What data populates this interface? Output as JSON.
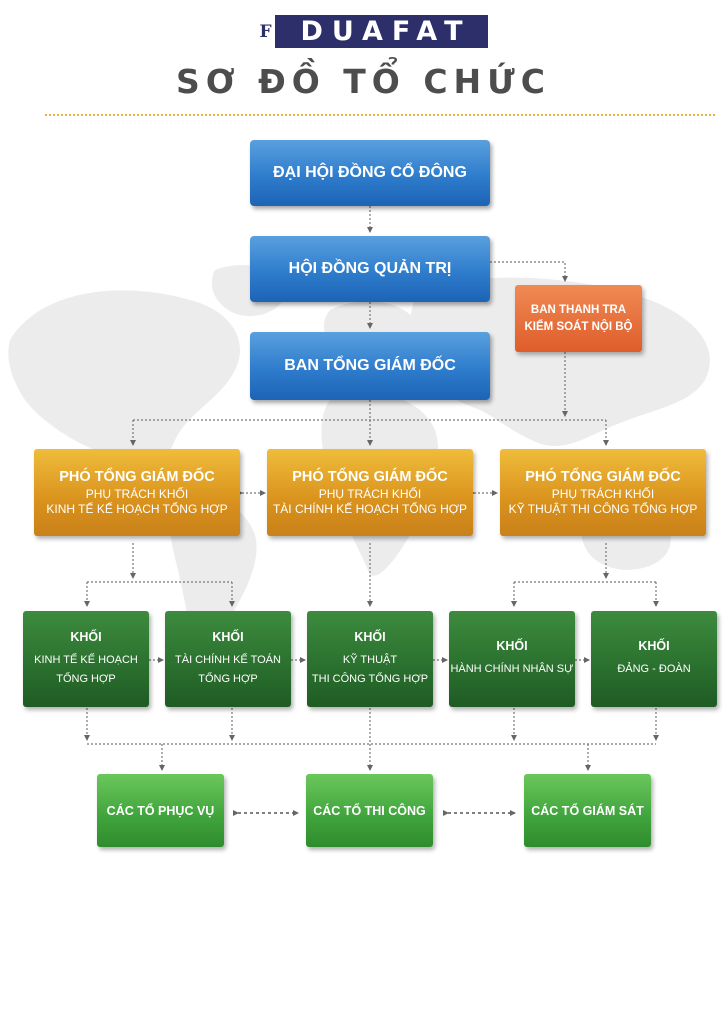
{
  "logo": {
    "mark": "F",
    "text": "DUAFAT"
  },
  "page_title": "SƠ ĐỒ TỔ CHỨC",
  "colors": {
    "blue": "#2e7ccc",
    "orange": "#de5d2a",
    "gold": "#d9921c",
    "dark_green": "#2a6f2e",
    "light_green": "#3fa33b",
    "logo": "#2d2f6b"
  },
  "nodes": {
    "shareholders": "ĐẠI HỘI ĐỒNG CỔ ĐÔNG",
    "board": "HỘI ĐỒNG QUẢN TRỊ",
    "inspection": {
      "line1": "BAN THANH TRA",
      "line2": "KIỂM SOÁT NỘI BỘ"
    },
    "ceo": "BAN TỔNG GIÁM ĐỐC",
    "vp_economic": {
      "title": "PHÓ TỔNG GIÁM ĐỐC",
      "line1": "PHỤ TRÁCH KHỐI",
      "line2": "KINH TẾ KẾ HOẠCH TỔNG HỢP"
    },
    "vp_finance": {
      "title": "PHÓ TỔNG GIÁM ĐỐC",
      "line1": "PHỤ TRÁCH KHỐI",
      "line2": "TÀI CHÍNH KẾ HOẠCH TỔNG HỢP"
    },
    "vp_technical": {
      "title": "PHÓ TỔNG GIÁM ĐỐC",
      "line1": "PHỤ TRÁCH KHỐI",
      "line2": "KỸ THUẬT THI CÔNG TỔNG HỢP"
    },
    "div_economic": {
      "title": "KHỐI",
      "line1": "KINH TẾ KẾ HOẠCH",
      "line2": "TỔNG HỢP"
    },
    "div_finance": {
      "title": "KHỐI",
      "line1": "TÀI CHÍNH KẾ TOÁN",
      "line2": "TỔNG HỢP"
    },
    "div_technical": {
      "title": "KHỐI",
      "line1": "KỸ THUẬT",
      "line2": "THI CÔNG TỔNG HỢP"
    },
    "div_hr": {
      "title": "KHỐI",
      "line1": "HÀNH CHÍNH NHÂN SỰ"
    },
    "div_party": {
      "title": "KHỐI",
      "line1": "ĐẢNG - ĐOÀN"
    },
    "team_service": "CÁC TỔ PHỤC VỤ",
    "team_construction": "CÁC TỔ THI CÔNG",
    "team_supervision": "CÁC TỔ GIÁM SÁT"
  }
}
